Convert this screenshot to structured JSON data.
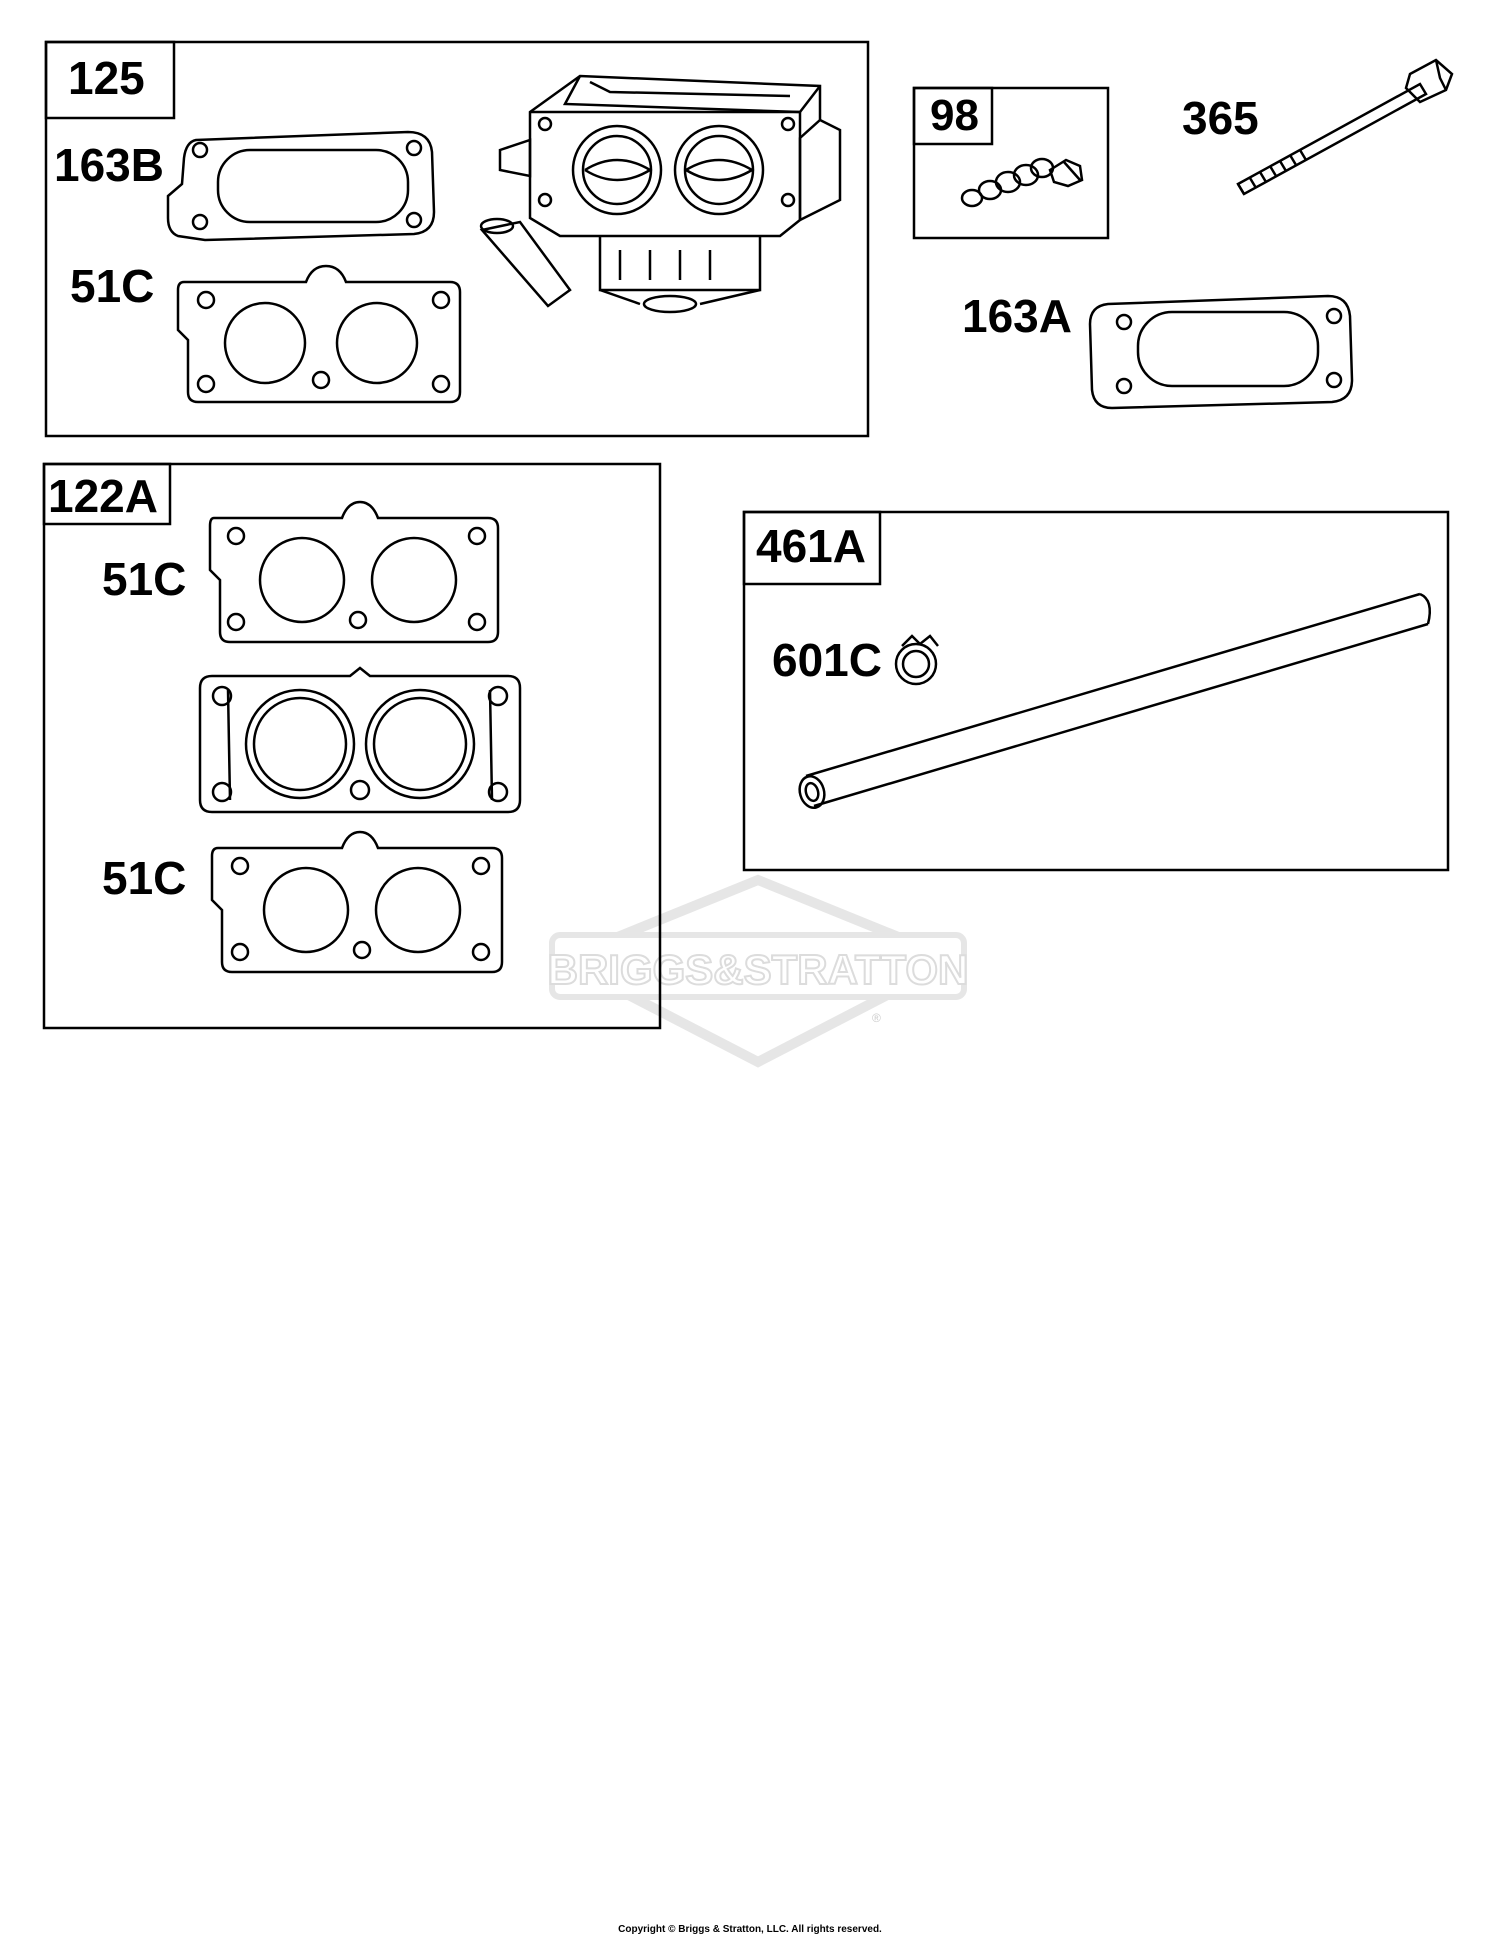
{
  "groups": {
    "g125": {
      "label": "125"
    },
    "g98": {
      "label": "98"
    },
    "g122a": {
      "label": "122A"
    },
    "g461a": {
      "label": "461A"
    }
  },
  "callouts": {
    "p163b": "163B",
    "p51c_top": "51C",
    "p365": "365",
    "p163a": "163A",
    "p51c_mid": "51C",
    "p51c_bottom": "51C",
    "p601c": "601C"
  },
  "watermark": {
    "text": "BRIGGS&STRATTON",
    "mark": "®"
  },
  "copyright": "Copyright © Briggs & Stratton, LLC. All rights reserved.",
  "colors": {
    "line": "#000000",
    "watermark": "#e6e6e6"
  }
}
